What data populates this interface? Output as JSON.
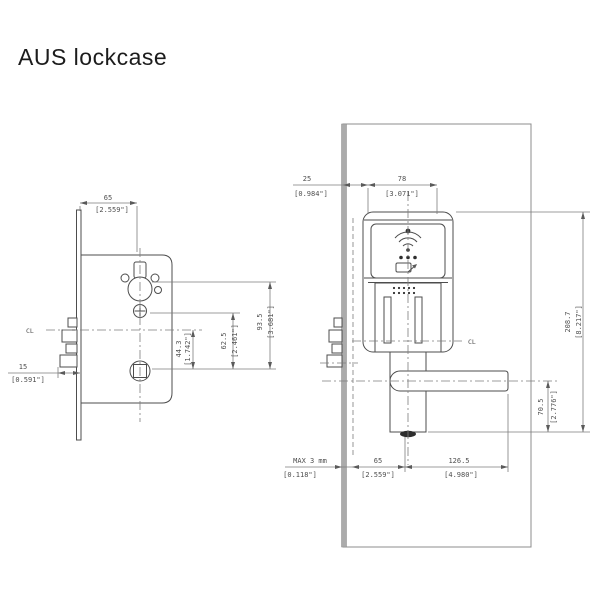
{
  "title": "AUS lockcase",
  "colors": {
    "line": "#4d4d4d",
    "dimension": "#7d7d7d",
    "text": "#4f4f4f",
    "door_edge": "#ababab",
    "background": "#ffffff"
  },
  "left_view": {
    "cl": "CL",
    "dim_backset": {
      "mm": "65",
      "inch": "[2.559\"]"
    },
    "dim_latch_projection": {
      "mm": "15",
      "inch": "[0.591\"]"
    },
    "dim_44_3": {
      "mm": "44.3",
      "inch": "[1.742\"]"
    },
    "dim_62_5": {
      "mm": "62.5",
      "inch": "[2.461\"]"
    },
    "dim_93_5": {
      "mm": "93.5",
      "inch": "[3.681\"]"
    }
  },
  "right_view": {
    "cl": "CL",
    "dim_25": {
      "mm": "25",
      "inch": "[0.984\"]"
    },
    "dim_78": {
      "mm": "78",
      "inch": "[3.071\"]"
    },
    "dim_208_7": {
      "mm": "208.7",
      "inch": "[8.217\"]"
    },
    "dim_70_5": {
      "mm": "70.5",
      "inch": "[2.776\"]"
    },
    "dim_max_gap": {
      "mm": "MAX 3 mm",
      "inch": "[0.118\"]"
    },
    "dim_65": {
      "mm": "65",
      "inch": "[2.559\"]"
    },
    "dim_126_5": {
      "mm": "126.5",
      "inch": "[4.980\"]"
    }
  }
}
